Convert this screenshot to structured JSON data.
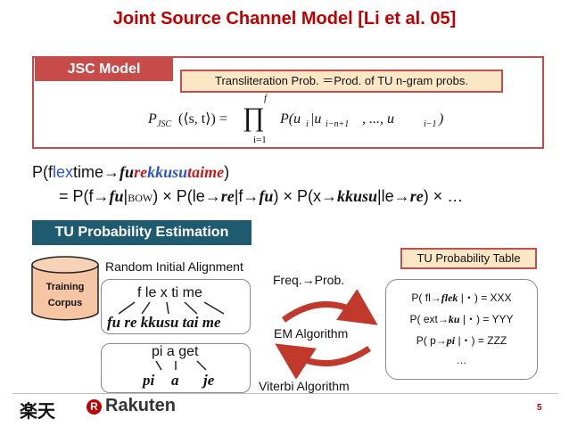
{
  "title": "Joint Source Channel Model [Li et al. 05]",
  "jsc": {
    "tab_label": "JSC Model",
    "note": "Transliteration Prob. ＝Prod. of TU n-gram probs."
  },
  "formula": {
    "lhs_P": "P",
    "lhs_sub": "JSC",
    "lhs_arg": "(⟨s, t⟩) =",
    "prod_top": "f",
    "prod_bottom": "i=1",
    "rhs": "P(u",
    "rhs_sub_i": "i",
    "rhs_bar": "|u",
    "rhs_sub_a": "i−n+1",
    "rhs_mid": ", ..., u",
    "rhs_sub_b": "i−1",
    "rhs_end": ")"
  },
  "example": {
    "line1": {
      "a": "P(f",
      "b": "lex",
      "c": "time→",
      "d": "fu",
      "e": "re",
      "f": "kkusu",
      "g": "taime",
      "h": ")"
    },
    "line2": {
      "a": "= P(f→",
      "b": "fu",
      "c": "|",
      "d": "BOW",
      "e": ") × P(le→",
      "f": "re",
      "g": "|f→",
      "h": "fu",
      "i": ") × P(x→",
      "j": "kkusu",
      "k": "|le→",
      "l": "re",
      "m": ") ×  …"
    }
  },
  "tu_section": {
    "banner": "TU Probability Estimation",
    "corpus_line1": "Training",
    "corpus_line2": "Corpus",
    "random_alignment": "Random Initial Alignment",
    "freq_prob": "Freq.→Prob.",
    "em_algorithm": "EM Algorithm",
    "viterbi_algorithm": "Viterbi Algorithm",
    "table_title": "TU Probability Table",
    "seg1_source": "f le x ti me",
    "seg1_target": "fu re kkusu tai me",
    "seg2_source": "pi  a get",
    "seg2_target_1": "pi",
    "seg2_target_2": "a",
    "seg2_target_3": "je",
    "table_rows": [
      {
        "pre": "P( fl→",
        "tu": "flek",
        "post": " |・) = XXX"
      },
      {
        "pre": "P( ext→",
        "tu": "ku",
        "post": " |・) = YYY"
      },
      {
        "pre": "P( p→",
        "tu": "pi",
        "post": " |・) = ZZZ"
      }
    ],
    "table_ellipsis": "…"
  },
  "footer": {
    "logo_kanji": "楽天",
    "logo_r": "R",
    "logo_word": "Rakuten",
    "page": "5"
  },
  "colors": {
    "title_red": "#c00000",
    "jsc_tab": "#c74b49",
    "note_fill": "#fbe6c6",
    "banner_teal": "#1f5b70",
    "blue": "#2b56c9",
    "red_text": "#c21b1b"
  }
}
